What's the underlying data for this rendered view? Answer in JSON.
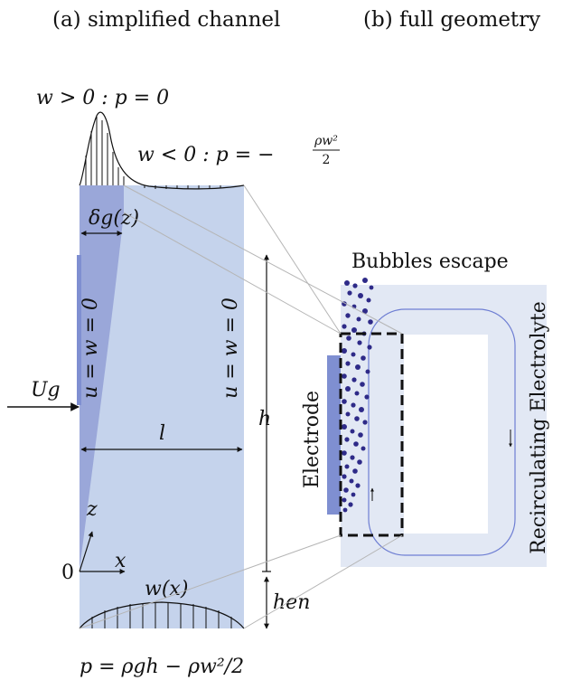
{
  "panel_titles": {
    "a": "(a) simplified channel",
    "b": "(b) full geometry"
  },
  "labels": {
    "top_bc_positive": "w > 0 : p = 0",
    "top_bc_negative": "w < 0 : p = −",
    "top_bc_fraction_num": "ρw²",
    "top_bc_fraction_den": "2",
    "delta_g": "δg(z)",
    "left_wall_bc": "u = w = 0",
    "right_wall_bc": "u = w = 0",
    "inlet_velocity": "Ug",
    "width": "l",
    "height": "h",
    "axis_z": "z",
    "axis_x": "x",
    "origin": "0",
    "profile": "w(x)",
    "entrance_height": "hen",
    "bottom_bc": "p = ρgh − ρw²/2",
    "bubbles_escape": "Bubbles escape",
    "electrode": "Electrode",
    "recirculating": "Recirculating Electrolyte"
  },
  "colors": {
    "channel_fill": "#c5d3ec",
    "gas_layer_fill": "#9aa7d9",
    "electrode_fill": "#7f8fd1",
    "loop_fill": "#e2e8f4",
    "bubble_fill": "#2e2a88",
    "guide_lines": "#b5b5b5"
  }
}
